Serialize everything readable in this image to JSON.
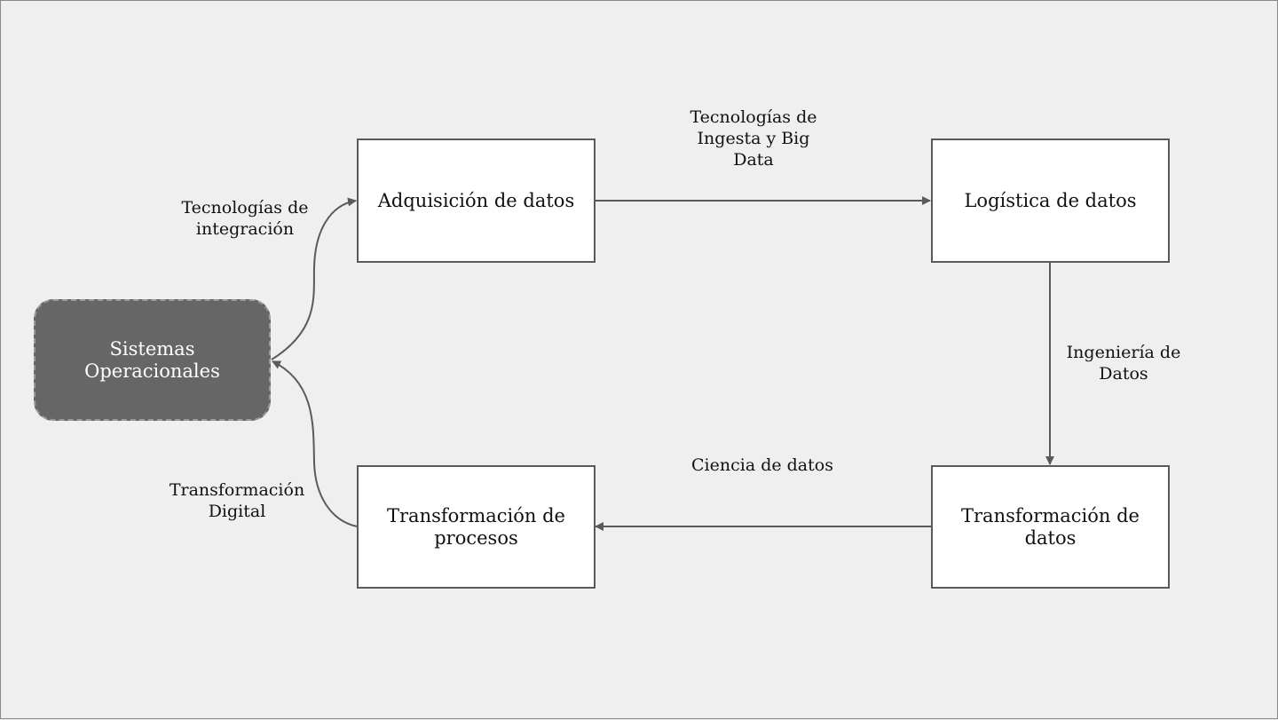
{
  "diagram": {
    "nodes": {
      "sistemas": "Sistemas Operacionales",
      "adquisicion": "Adquisición de datos",
      "logistica": "Logística de datos",
      "transformacion_datos": "Transformación de datos",
      "transformacion_procesos": "Transformación de procesos"
    },
    "edges": {
      "integracion": "Tecnologías de integración",
      "ingesta": "Tecnologías de Ingesta y Big Data",
      "ingenieria": "Ingeniería de Datos",
      "ciencia": "Ciencia de datos",
      "digital": "Transformación Digital"
    },
    "colors": {
      "background": "#efefef",
      "node_fill": "#ffffff",
      "node_border": "#5a5a5a",
      "dark_node_fill": "#666666",
      "connector": "#5a5a5a"
    }
  }
}
